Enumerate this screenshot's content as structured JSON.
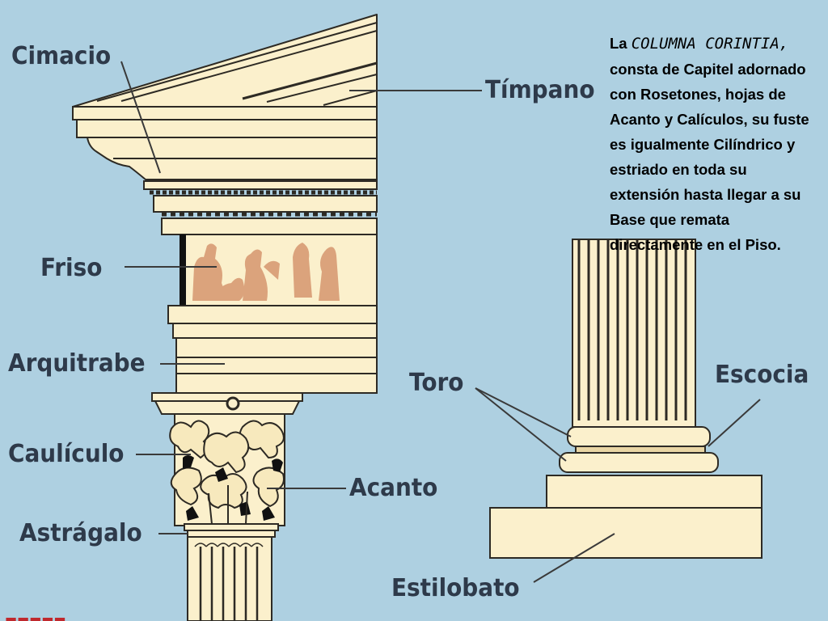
{
  "labels": {
    "cimacio": "Cimacio",
    "timpano": "Tímpano",
    "friso": "Friso",
    "arquitrabe": "Arquitrabe",
    "caulicolo": "Caulículo",
    "acanto": "Acanto",
    "astragalo": "Astrágalo",
    "toro": "Toro",
    "escocia": "Escocia",
    "estilobato": "Estilobato"
  },
  "description": {
    "intro": "La",
    "highlight": "COLUMNA CORINTIA,",
    "body": "consta de Capitel adornado con Rosetones, hojas de Acanto y Calículos, su fuste es igualmente Cilíndrico y estriado en toda su extensión hasta llegar a su Base que remata directamente en el Piso."
  },
  "colors": {
    "background": "#aed0e1",
    "stone": "#fbf0cc",
    "stone_shade": "#e9d6a4",
    "outline": "#2d2a24",
    "frieze_figures": "#dba37c",
    "label_text": "#2e3a4a",
    "leader_line": "#3a3a3a"
  }
}
